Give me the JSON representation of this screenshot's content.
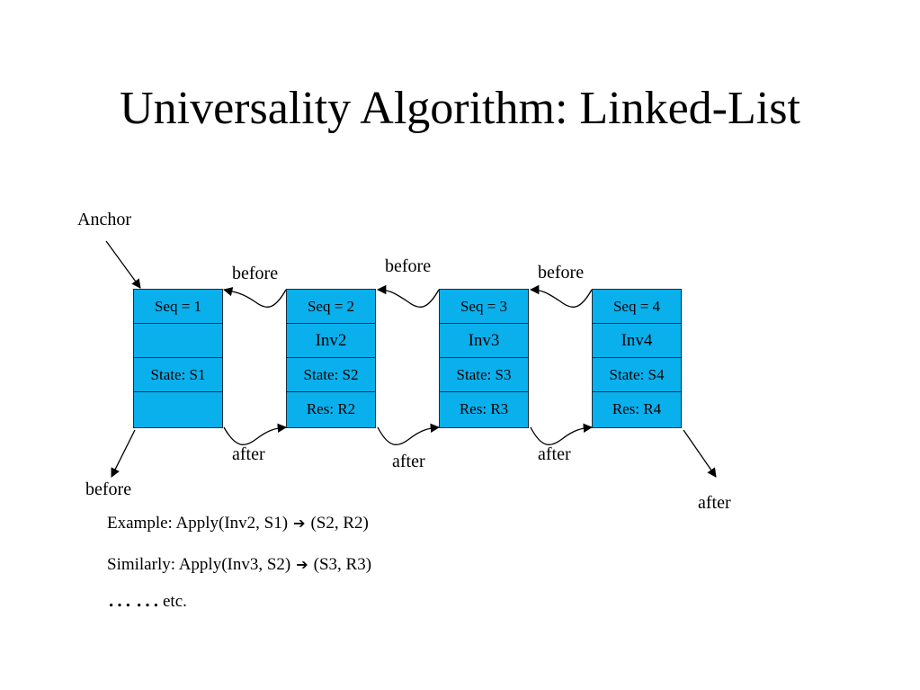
{
  "title": "Universality Algorithm: Linked-List",
  "anchor_label": "Anchor",
  "nodes": [
    {
      "seq": "Seq = 1",
      "inv": "",
      "state": "State: S1",
      "res": ""
    },
    {
      "seq": "Seq = 2",
      "inv": "Inv2",
      "state": "State: S2",
      "res": "Res: R2"
    },
    {
      "seq": "Seq = 3",
      "inv": "Inv3",
      "state": "State: S3",
      "res": "Res: R3"
    },
    {
      "seq": "Seq = 4",
      "inv": "Inv4",
      "state": "State: S4",
      "res": "Res: R4"
    }
  ],
  "links": {
    "before": [
      "before",
      "before",
      "before"
    ],
    "after": [
      "after",
      "after",
      "after"
    ],
    "head_before": "before",
    "tail_after": "after"
  },
  "notes": {
    "example_prefix": "Example: Apply(Inv2, S1)",
    "example_result": "(S2, R2)",
    "similarly_prefix": "Similarly: Apply(Inv3, S2)",
    "similarly_result": "(S3, R3)",
    "dots": "……",
    "etc": "etc."
  },
  "colors": {
    "node_fill": "#0ab0ec",
    "line": "#000000"
  },
  "icons": {
    "implies_arrow": "➔"
  }
}
